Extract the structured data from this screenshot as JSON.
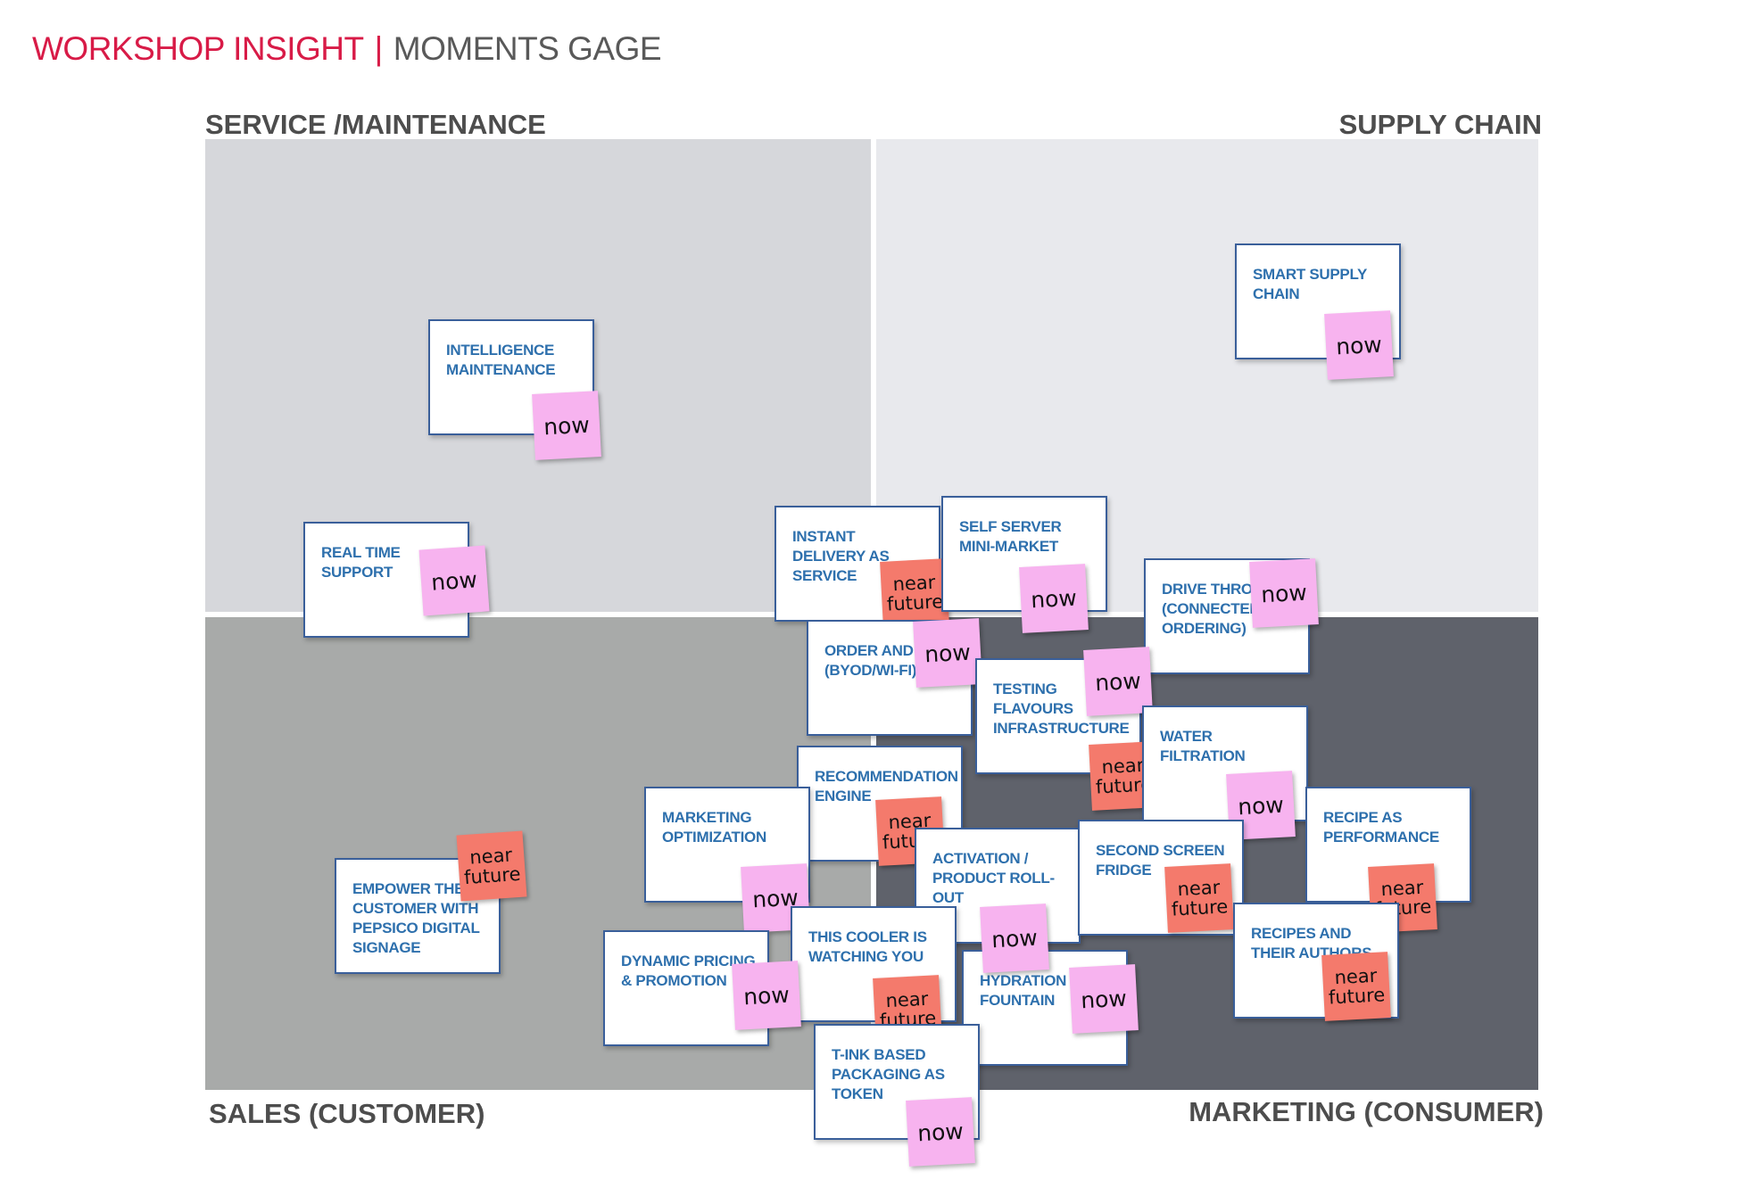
{
  "header": {
    "title": "WORKSHOP INSIGHT",
    "separator": "|",
    "subtitle": "MOMENTS GAGE"
  },
  "quadrants": {
    "service": "SERVICE /MAINTENANCE",
    "supply": "SUPPLY CHAIN",
    "sales": "SALES (CUSTOMER)",
    "marketing": "MARKETING (CONSUMER)"
  },
  "colors": {
    "accent": "#d81b47",
    "service_bg": "#d6d7db",
    "supply_bg": "#e8e9ed",
    "sales_bg": "#a8aaa9",
    "marketing_bg": "#5f626b",
    "card_text": "#2e70ad",
    "now_note": "#f7b3ef",
    "near_future_note": "#f47a6c"
  },
  "tags": {
    "now": "now",
    "near_future": "near future"
  },
  "cards": {
    "intelligence_maintenance": "INTELLIGENCE MAINTENANCE",
    "real_time_support": "REAL TIME SUPPORT",
    "smart_supply_chain": "SMART SUPPLY CHAIN",
    "instant_delivery": "INSTANT DELIVERY AS SERVICE",
    "self_server": "SELF SERVER MINI-MARKET",
    "drive_through": "DRIVE THROUGH (CONNECTED ORDERING)",
    "order_and_pay": "ORDER AND PAY (BYOD/WI-FI)",
    "testing_flavours": "TESTING FLAVOURS INFRASTRUCTURE",
    "water_filtration": "WATER FILTRATION",
    "recommendation_engine": "RECOMMENDATION ENGINE",
    "marketing_optimization": "MARKETING OPTIMIZATION",
    "recipe_as_performance": "RECIPE AS PERFORMANCE",
    "empower_customer": "EMPOWER THE CUSTOMER WITH PEPSICO DIGITAL SIGNAGE",
    "activation": "ACTIVATION / PRODUCT ROLL-OUT",
    "second_screen": "SECOND SCREEN FRIDGE",
    "this_cooler": "THIS COOLER IS WATCHING YOU",
    "dynamic_pricing": "DYNAMIC PRICING & PROMOTION",
    "hydration_fountain": "HYDRATION FOUNTAIN",
    "recipes_authors": "RECIPES AND THEIR AUTHORS",
    "t_ink": "T-INK BASED PACKAGING AS TOKEN"
  }
}
